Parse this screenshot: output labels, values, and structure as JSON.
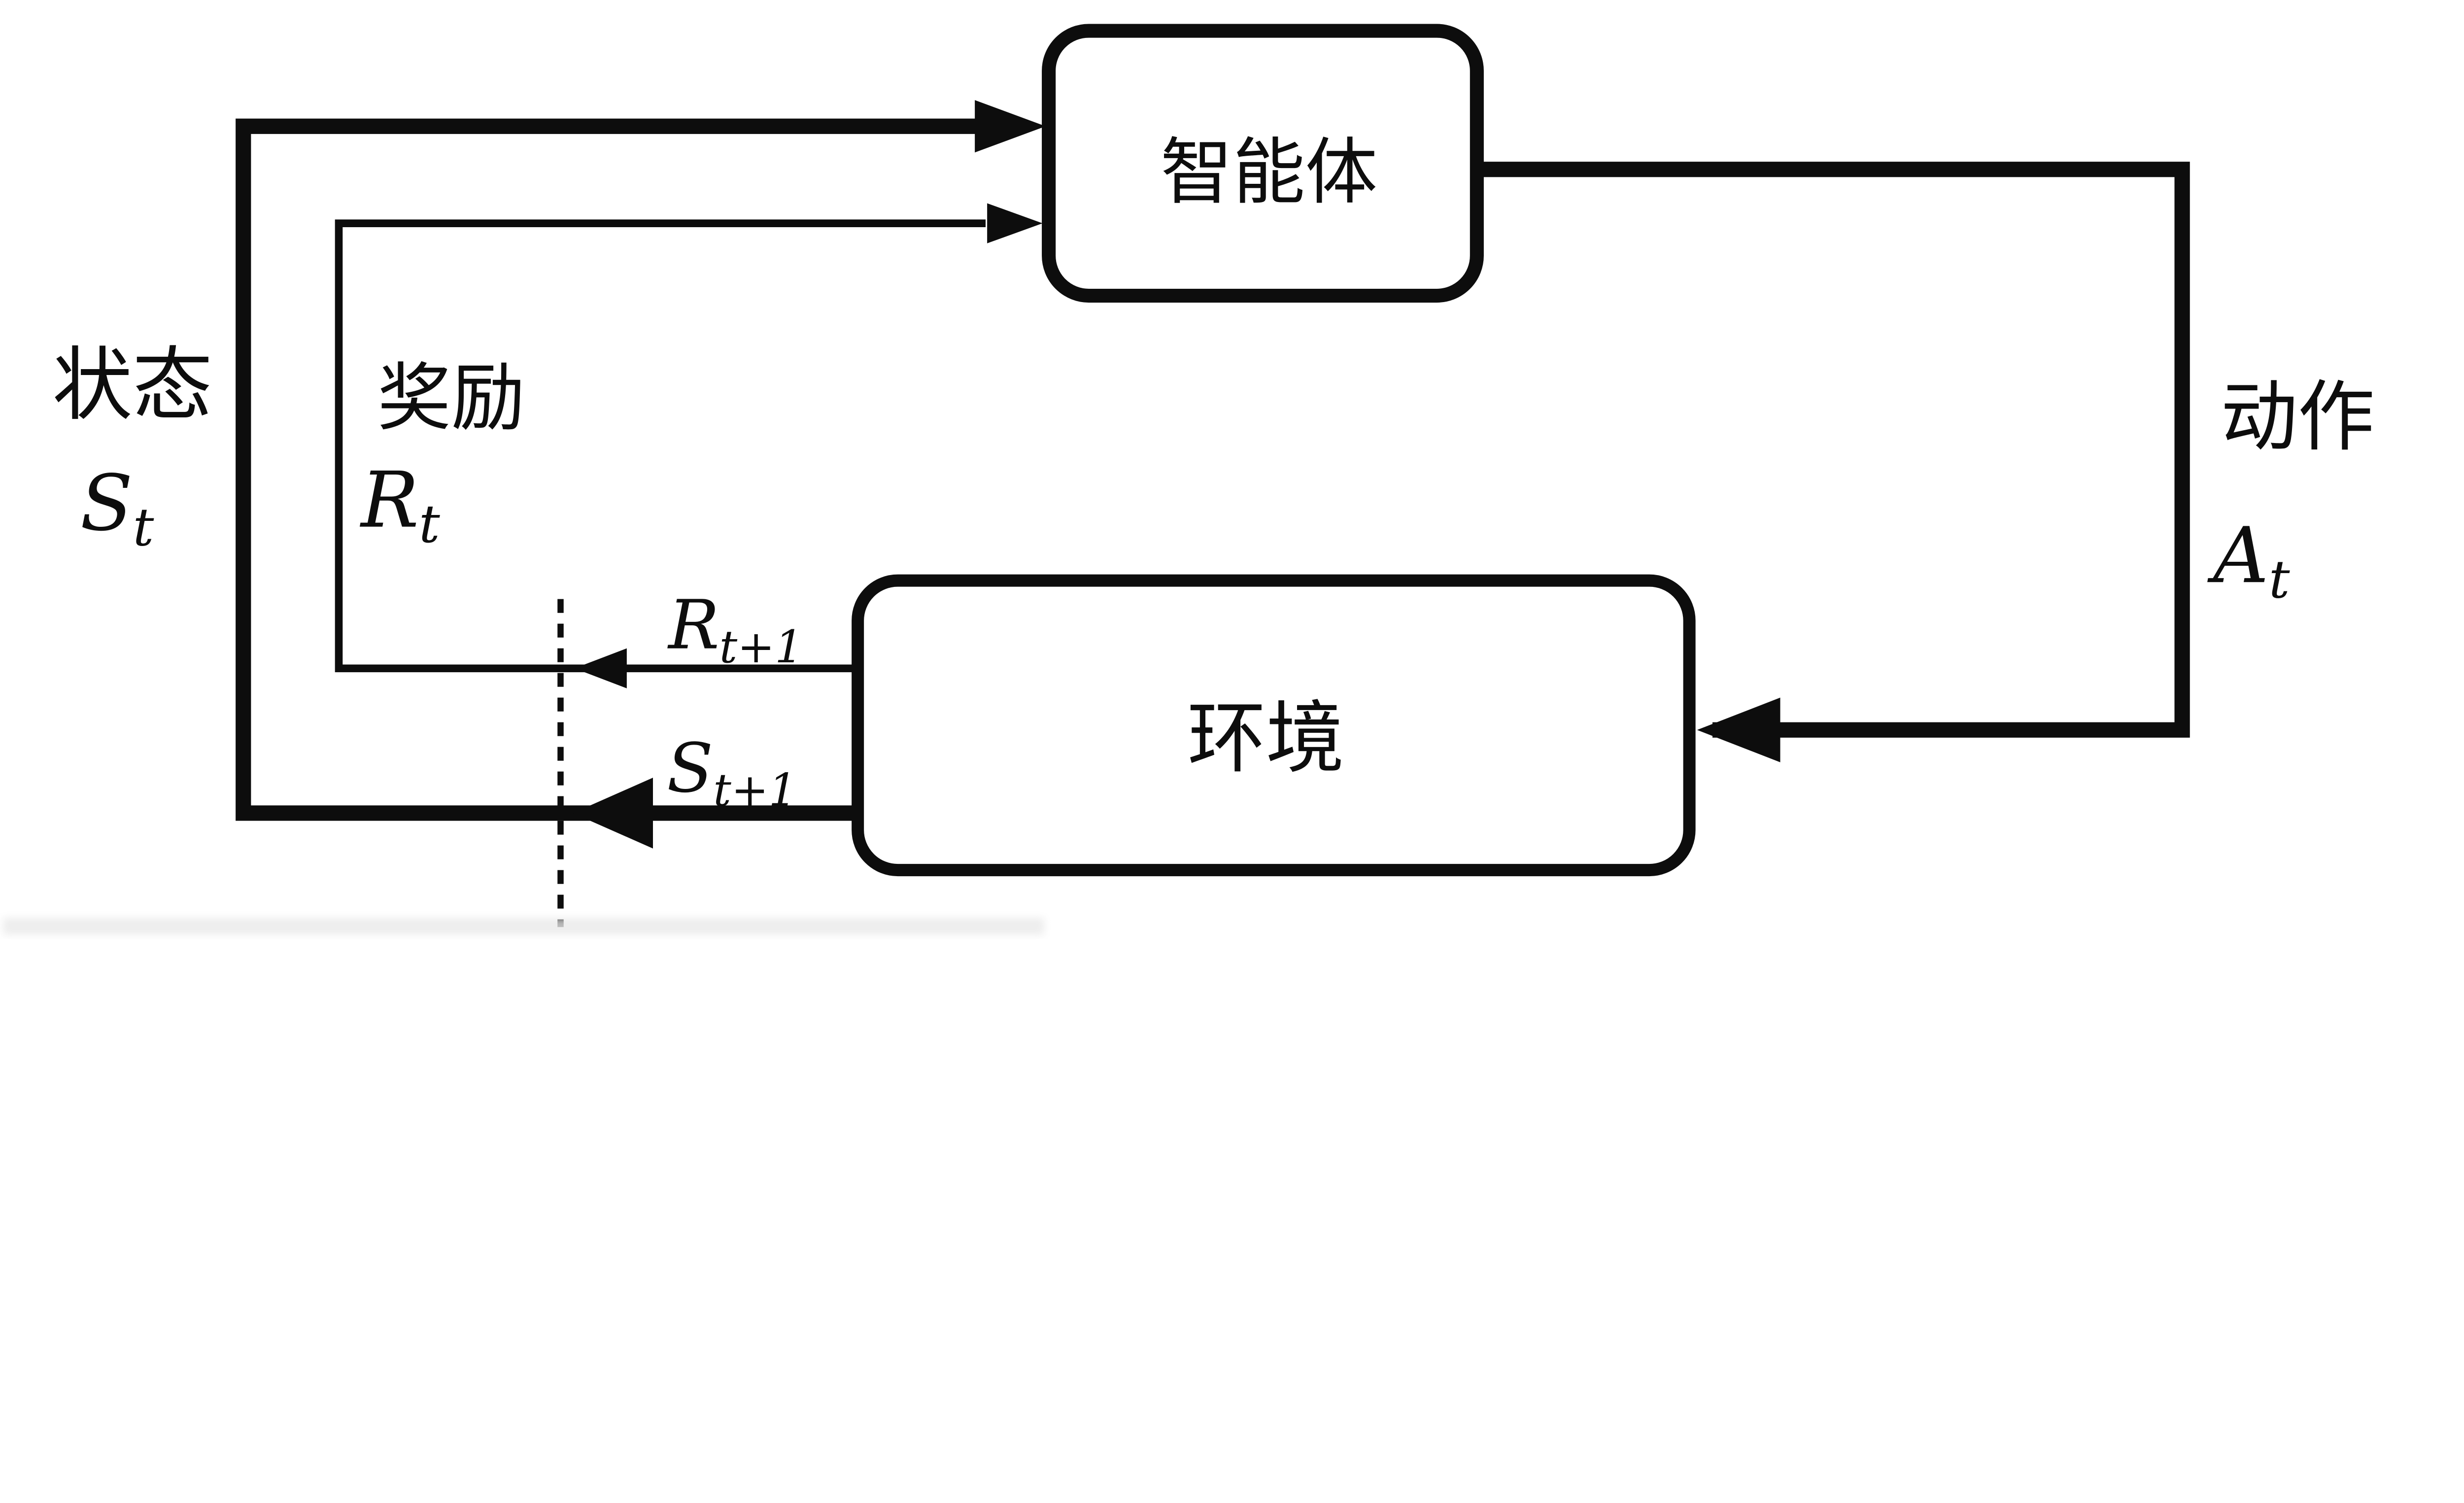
{
  "diagram": {
    "background_color": "#ffffff",
    "line_color": "#0d0d0d",
    "nodes": {
      "agent": {
        "label": "智能体"
      },
      "environment": {
        "label": "环境"
      }
    },
    "signals": {
      "state": {
        "caption": "状态",
        "symbol": "S",
        "subscript": "t"
      },
      "reward": {
        "caption": "奖励",
        "symbol": "R",
        "subscript": "t"
      },
      "action": {
        "caption": "动作",
        "symbol": "A",
        "subscript": "t"
      },
      "next_reward": {
        "symbol": "R",
        "subscript": "t+1"
      },
      "next_state": {
        "symbol": "S",
        "subscript": "t+1"
      }
    }
  }
}
